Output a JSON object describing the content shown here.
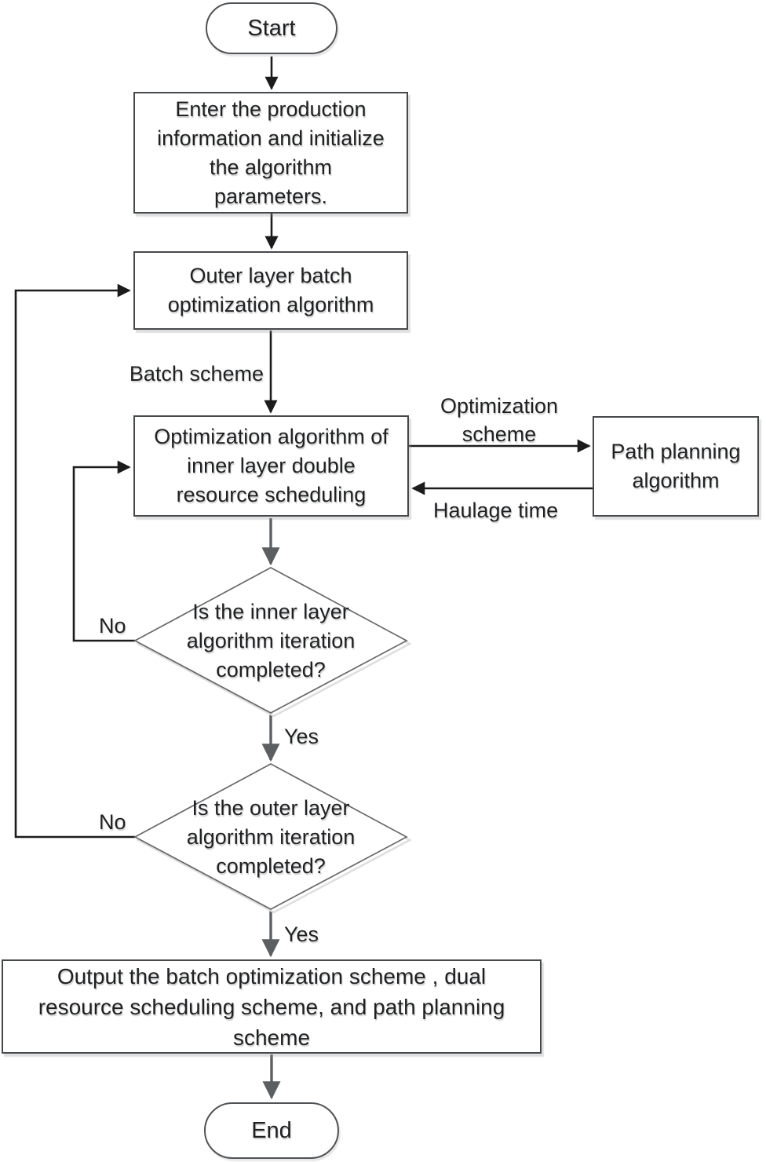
{
  "diagram": {
    "type": "flowchart",
    "colors": {
      "background": "#ffffff",
      "line_primary": "#1c1c1c",
      "line_secondary": "#5b5f62",
      "shape_border": "#46494c",
      "text": "#1f2022"
    },
    "nodes": {
      "start": {
        "type": "terminator",
        "label": "Start"
      },
      "enter_info": {
        "type": "process",
        "label": "Enter the production\ninformation and initialize\nthe algorithm\nparameters."
      },
      "outer_batch": {
        "type": "process",
        "label": "Outer layer batch\noptimization algorithm"
      },
      "inner_scheduling": {
        "type": "process",
        "label": "Optimization algorithm of\ninner layer double\nresource scheduling"
      },
      "path_planning": {
        "type": "process",
        "label": "Path planning\nalgorithm"
      },
      "inner_decision": {
        "type": "decision",
        "label": "Is the inner layer\nalgorithm iteration\ncompleted?"
      },
      "outer_decision": {
        "type": "decision",
        "label": "Is the outer layer\nalgorithm iteration\ncompleted?"
      },
      "output": {
        "type": "process",
        "label": "Output the batch optimization scheme , dual\nresource scheduling scheme, and path planning\nscheme"
      },
      "end": {
        "type": "terminator",
        "label": "End"
      }
    },
    "edge_labels": {
      "batch_scheme": "Batch scheme",
      "optimization_scheme": "Optimization\nscheme",
      "haulage_time": "Haulage time",
      "inner_no": "No",
      "inner_yes": "Yes",
      "outer_no": "No",
      "outer_yes": "Yes"
    }
  }
}
